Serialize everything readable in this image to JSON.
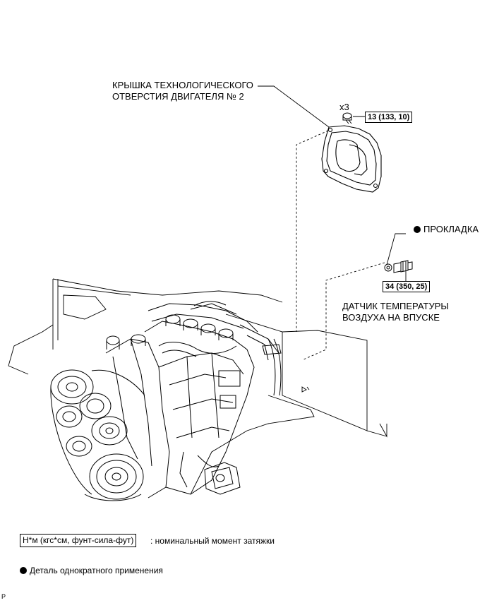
{
  "callouts": {
    "service_hole_cover": {
      "line1": "КРЫШКА ТЕХНОЛОГИЧЕСКОГО",
      "line2": "ОТВЕРСТИЯ ДВИГАТЕЛЯ № 2"
    },
    "bolt_qty": "x3",
    "cover_torque": "13 (133, 10)",
    "gasket": "ПРОКЛАДКА",
    "sensor_torque": "34 (350, 25)",
    "sensor": {
      "line1": "ДАТЧИК ТЕМПЕРАТУРЫ",
      "line2": "ВОЗДУХА НА ВПУСКЕ"
    }
  },
  "legend": {
    "torque_unit": "Н*м (кгс*см, фунт-сила-фут)",
    "torque_desc": ": номинальный момент затяжки",
    "non_reusable": "Деталь однократного применения"
  },
  "corner_mark": "P",
  "colors": {
    "line": "#000000",
    "background": "#ffffff"
  }
}
